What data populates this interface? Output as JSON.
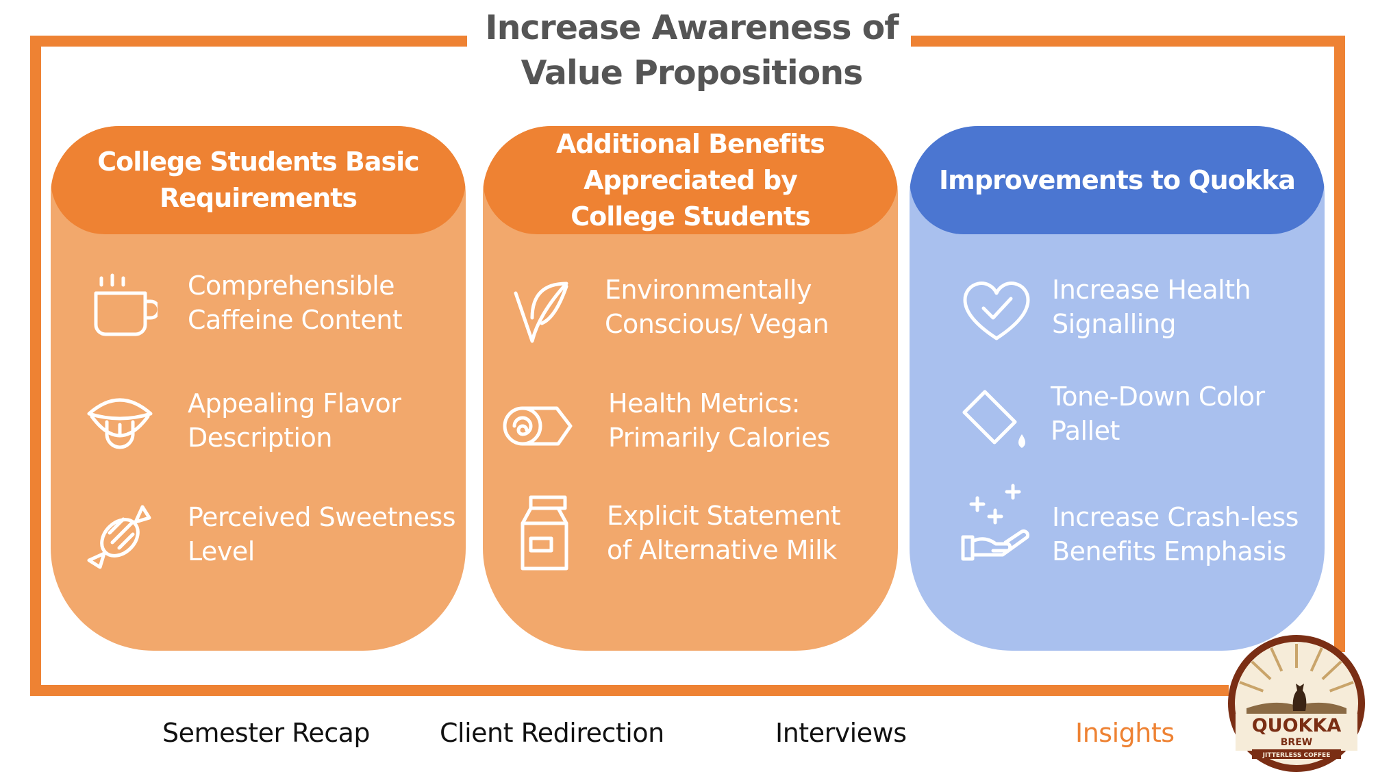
{
  "slide": {
    "title_line1": "Increase Awareness of",
    "title_line2": "Value Propositions"
  },
  "columns": [
    {
      "title_lines": [
        "College Students Basic",
        "Requirements"
      ],
      "items": [
        {
          "icon": "coffee-mug-icon",
          "lines": [
            "Comprehensible",
            "Caffeine Content"
          ]
        },
        {
          "icon": "tongue-icon",
          "lines": [
            "Appealing Flavor",
            "Description"
          ]
        },
        {
          "icon": "candy-icon",
          "lines": [
            "Perceived Sweetness",
            "Level"
          ]
        }
      ]
    },
    {
      "title_lines": [
        "Additional Benefits",
        "Appreciated by",
        "College Students"
      ],
      "items": [
        {
          "icon": "leaf-icon",
          "lines": [
            "Environmentally",
            "Conscious/ Vegan"
          ]
        },
        {
          "icon": "yoga-mat-icon",
          "lines": [
            "Health Metrics:",
            "Primarily Calories"
          ]
        },
        {
          "icon": "milk-carton-icon",
          "lines": [
            "Explicit Statement",
            "of Alternative Milk"
          ]
        }
      ]
    },
    {
      "title_lines": [
        "Improvements to Quokka"
      ],
      "items": [
        {
          "icon": "heart-check-icon",
          "lines": [
            "Increase Health",
            "Signalling"
          ]
        },
        {
          "icon": "paint-bucket-icon",
          "lines": [
            "Tone-Down Color",
            "Pallet"
          ]
        },
        {
          "icon": "hand-plus-icon",
          "lines": [
            "Increase Crash-less",
            "Benefits Emphasis"
          ]
        }
      ]
    }
  ],
  "nav": {
    "items": [
      "Semester Recap",
      "Client Redirection",
      "Interviews",
      "Insights"
    ],
    "active": "Insights"
  },
  "logo": {
    "name": "QUOKKA",
    "sub": "BREW",
    "tagline": "JITTERLESS COFFEE"
  },
  "colors": {
    "accent_orange": "#ee8233",
    "card_orange": "#f2a86c",
    "accent_blue": "#4b76d1",
    "card_blue": "#a9c0ee",
    "title_gray": "#555555"
  }
}
